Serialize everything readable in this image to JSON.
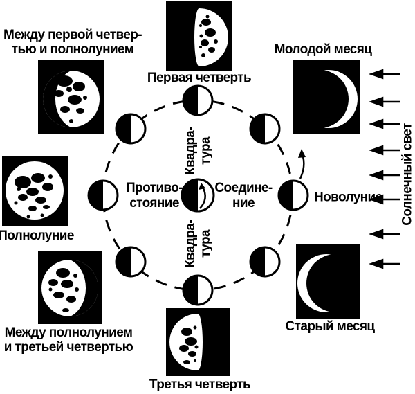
{
  "labels": {
    "waxing_gibbous_1": "Между первой четвер-",
    "waxing_gibbous_2": "тью и полнолунием",
    "first_quarter": "Первая четверть",
    "young_moon": "Молодой месяц",
    "full_moon": "Полнолуние",
    "waning_gibbous_1": "Между полнолунием",
    "waning_gibbous_2": "и третьей четвертью",
    "third_quarter": "Третья четверть",
    "old_moon": "Старый месяц",
    "new_moon": "Новолуние",
    "opposition_1": "Противо-",
    "opposition_2": "стояние",
    "conjunction_1": "Соедине-",
    "conjunction_2": "ние",
    "quadrature_1": "Квадра-",
    "quadrature_2": "тура",
    "sunlight": "Солнечный свет"
  },
  "diagram": {
    "type": "lunar-phases-orbit",
    "orbit_moon_count": 8,
    "orbit_moon_phase": "right-half-lit",
    "orbit_direction": "counterclockwise",
    "sun_ray_count": 8,
    "sun_direction": "from-right",
    "colors": {
      "ink": "#000000",
      "paper": "#ffffff"
    }
  }
}
